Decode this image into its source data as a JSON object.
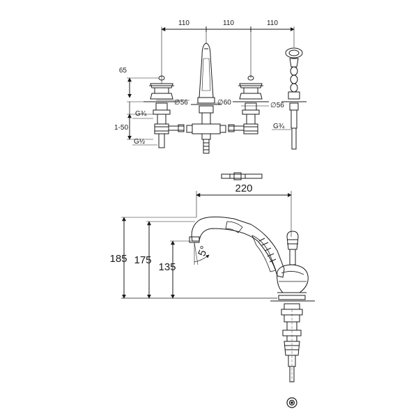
{
  "top_view": {
    "spacing_left": "110",
    "spacing_middle": "110",
    "spacing_right": "110",
    "dim_65": "65",
    "dia_left": "∅56",
    "dia_center": "∅60",
    "dia_right": "∅56",
    "thread_left_upper": "G¾",
    "deck_range": "1-50",
    "thread_left_lower": "G½",
    "thread_right": "G¾"
  },
  "side_view": {
    "reach": "220",
    "height_185": "185",
    "height_175": "175",
    "height_135": "135",
    "angle": "5°"
  },
  "colors": {
    "line": "#1a1a1a",
    "fill_light": "#ffffff"
  }
}
